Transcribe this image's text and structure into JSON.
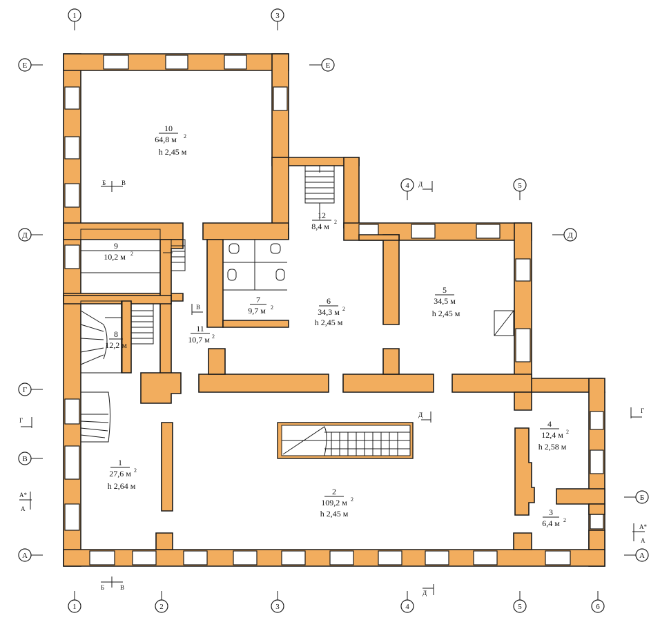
{
  "colors": {
    "wall": "#f2ad5e",
    "line": "#1a1a1a",
    "background": "#ffffff"
  },
  "axes": {
    "bottom": [
      "1",
      "2",
      "3",
      "4",
      "5",
      "6"
    ],
    "top": [
      "1",
      "3"
    ],
    "mid": [
      "4",
      "5"
    ],
    "left": [
      "Е",
      "Д",
      "Г",
      "В",
      "А"
    ],
    "right": [
      "Е",
      "Д",
      "Б",
      "А"
    ]
  },
  "rooms": [
    {
      "num": "1",
      "area": "27,6 м",
      "height": "h  2,64 м"
    },
    {
      "num": "2",
      "area": "109,2 м",
      "height": "h  2,45 м"
    },
    {
      "num": "3",
      "area": "6,4 м",
      "height": ""
    },
    {
      "num": "4",
      "area": "12,4 м",
      "height": "h  2,58 м"
    },
    {
      "num": "5",
      "area": "34,5 м",
      "height": "h  2,45 м"
    },
    {
      "num": "6",
      "area": "34,3 м",
      "height": "h  2,45 м"
    },
    {
      "num": "7",
      "area": "9,7 м",
      "height": ""
    },
    {
      "num": "8",
      "area": "12,2 м",
      "height": ""
    },
    {
      "num": "9",
      "area": "10,2 м",
      "height": ""
    },
    {
      "num": "10",
      "area": "64,8 м",
      "height": "h  2,45 м"
    },
    {
      "num": "11",
      "area": "10,7 м",
      "height": ""
    },
    {
      "num": "12",
      "area": "8,4 м",
      "height": ""
    }
  ],
  "sup": "2",
  "section_marks": [
    "Б",
    "В",
    "Б",
    "В",
    "В",
    "Г",
    "Г",
    "Д",
    "Д",
    "Д",
    "А*",
    "А",
    "А*",
    "А"
  ]
}
